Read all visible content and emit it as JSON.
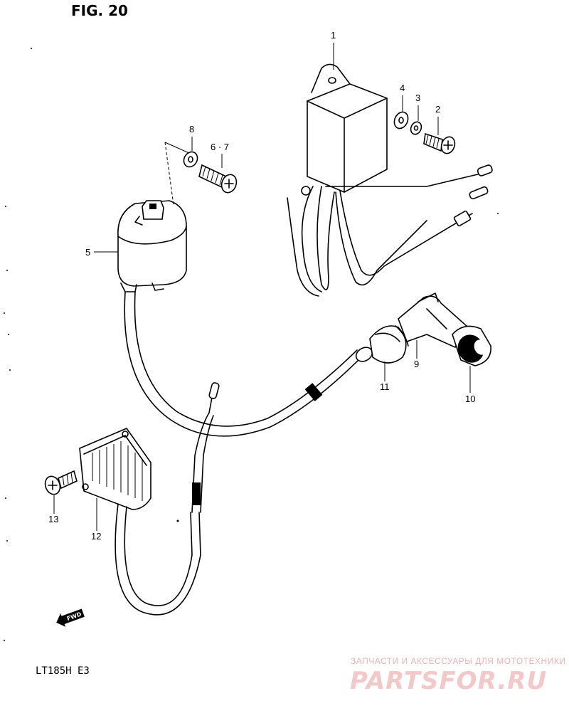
{
  "figure": {
    "title": "FIG. 20"
  },
  "model_code": "LT185H  E3",
  "callouts": [
    {
      "id": "1",
      "label": "1"
    },
    {
      "id": "2",
      "label": "2"
    },
    {
      "id": "3",
      "label": "3"
    },
    {
      "id": "4",
      "label": "4"
    },
    {
      "id": "5",
      "label": "5"
    },
    {
      "id": "6-7",
      "label": "6 · 7"
    },
    {
      "id": "8",
      "label": "8"
    },
    {
      "id": "9",
      "label": "9"
    },
    {
      "id": "10",
      "label": "10"
    },
    {
      "id": "11",
      "label": "11"
    },
    {
      "id": "12",
      "label": "12"
    },
    {
      "id": "13",
      "label": "13"
    }
  ],
  "fwd_badge": {
    "label": "FWD"
  },
  "watermark": {
    "tagline": "ЗАПЧАСТИ И АКСЕССУАРЫ ДЛЯ МОТОТЕХНИКИ",
    "brand": "PARTSFOR.RU",
    "color": "#f3c8c8"
  }
}
